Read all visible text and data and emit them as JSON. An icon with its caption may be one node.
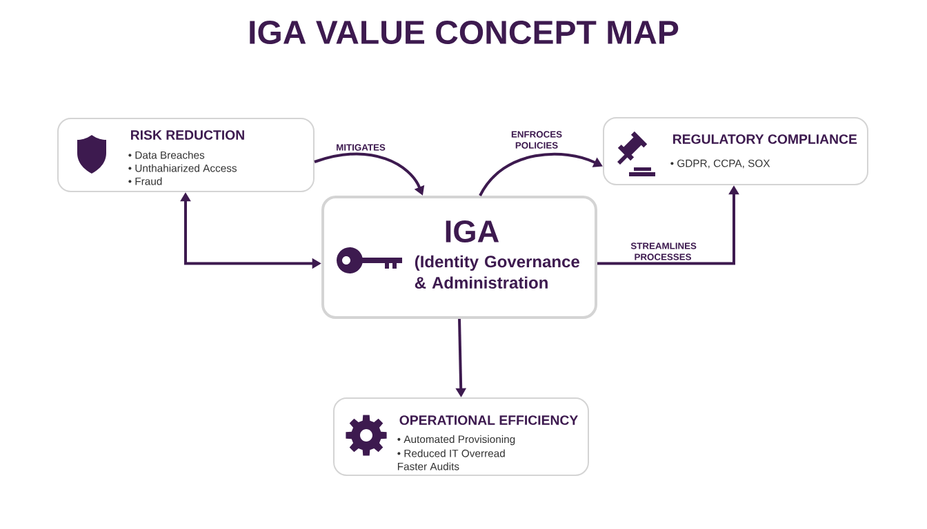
{
  "diagram": {
    "title": "IGA VALUE CONCEPT MAP",
    "nodes": [
      {
        "text": [
          "RISK REDUCTION",
          "• Data Breaches",
          "• Unthahiarized Access",
          "• Fraud"
        ]
      },
      {
        "text": [
          "REGULATORY COMPLIANCE",
          "• GDPR, CCPA, SOX"
        ]
      },
      {
        "text": [
          "IGA",
          "(Identity Governance & Administration"
        ]
      },
      {
        "text": [
          "OPERATIONAL EFFICIENCY",
          "• Automated Provisioning",
          "• Reduced IT Overread",
          "Faster Audits"
        ]
      }
    ],
    "edges": [
      {
        "from": 0,
        "to": 2,
        "arrow": "to",
        "label": "MITIGATES"
      },
      {
        "from": 2,
        "to": 1,
        "arrow": "to",
        "label": "ENFROCES POLICIES"
      },
      {
        "from": 0,
        "to": 2,
        "arrow": "both"
      },
      {
        "from": 2,
        "to": 1,
        "arrow": "to",
        "label": "STREAMLINES PROCESSES"
      },
      {
        "from": 2,
        "to": 3,
        "arrow": "to"
      }
    ]
  }
}
